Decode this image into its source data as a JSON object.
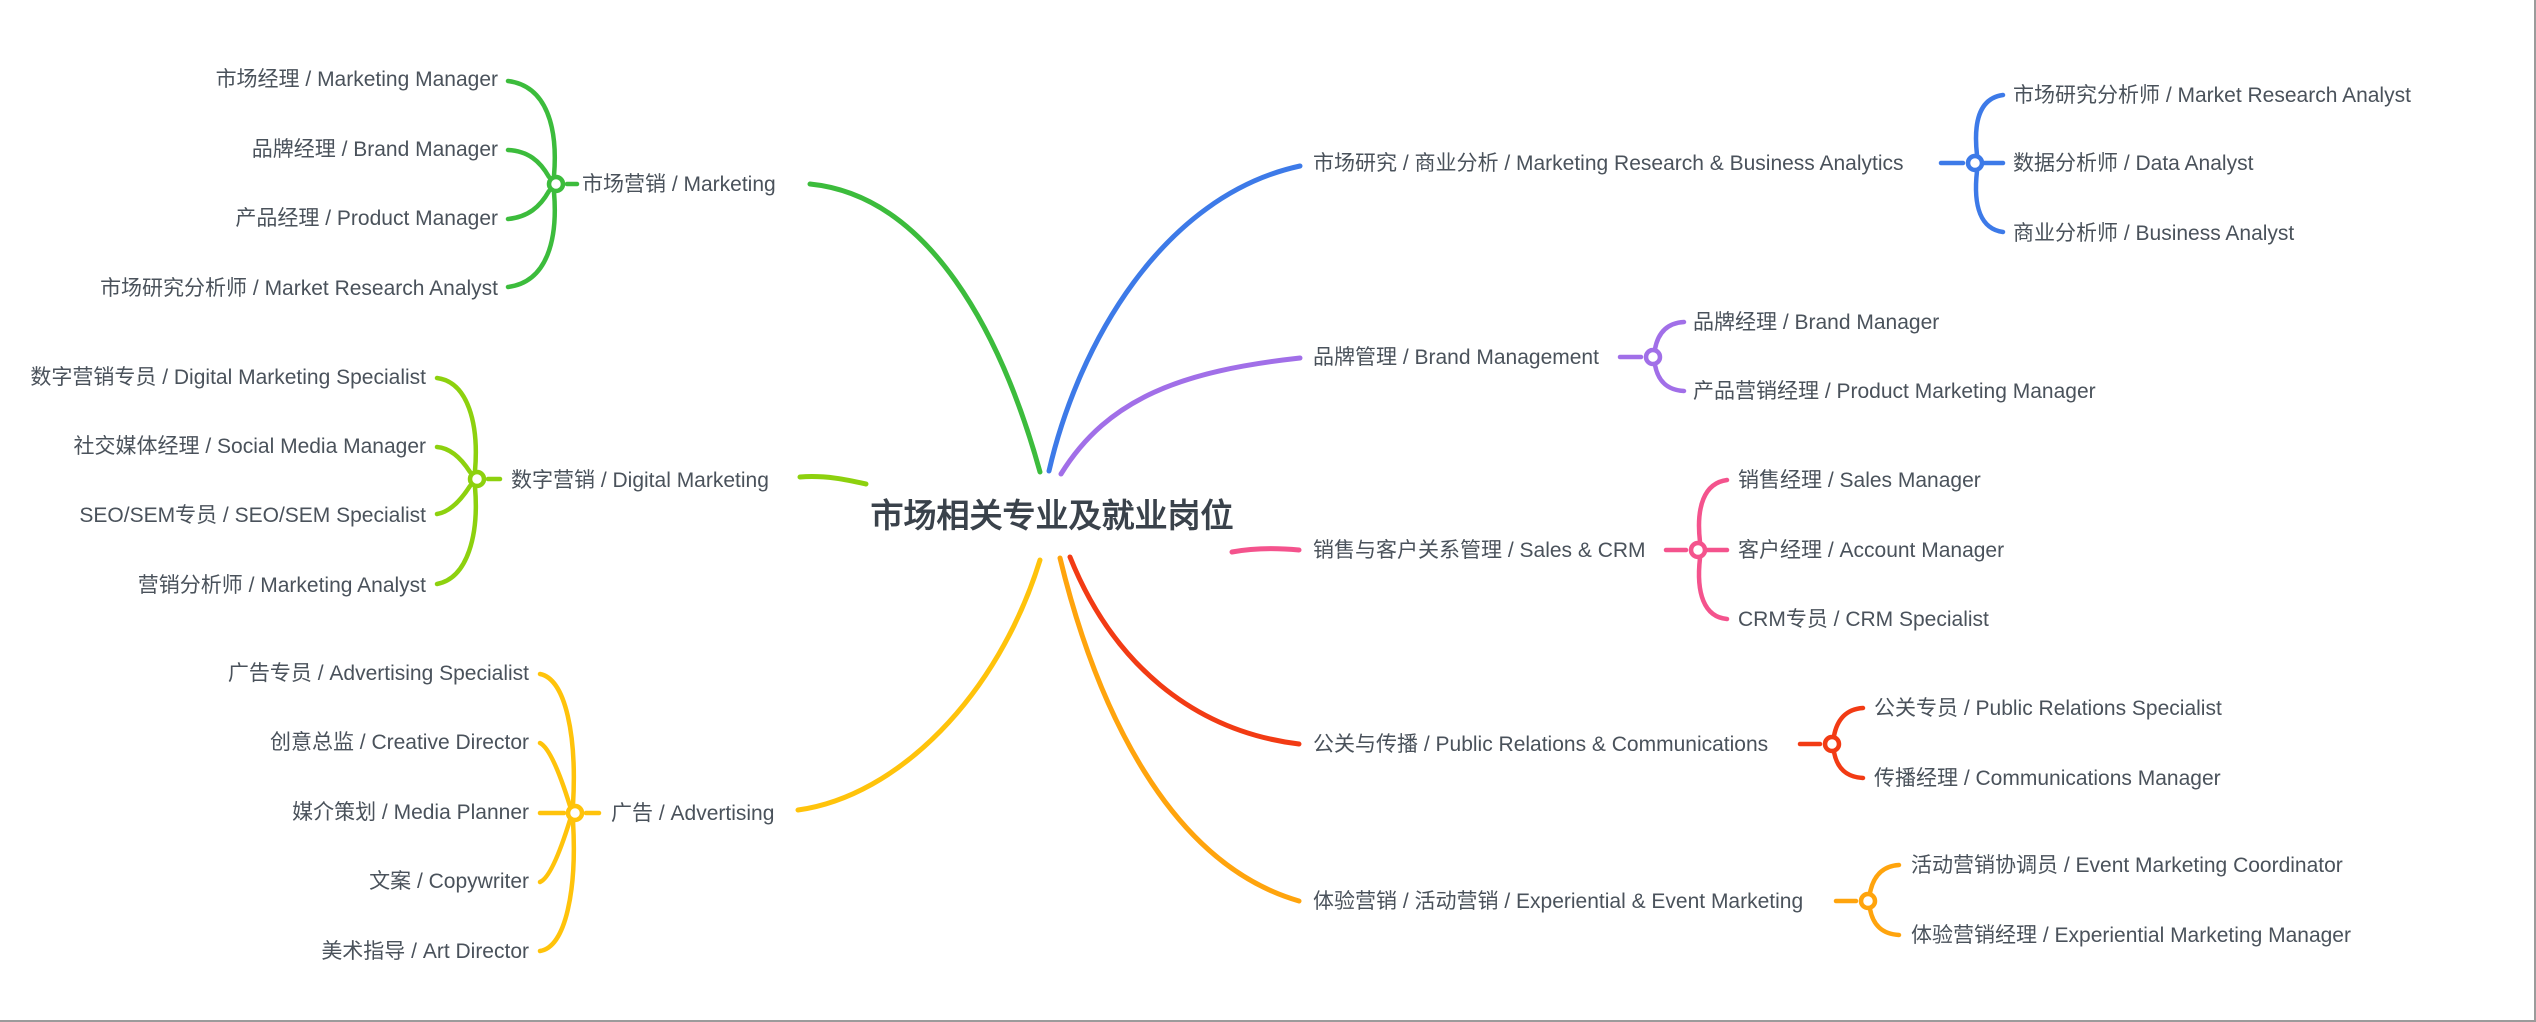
{
  "central": {
    "label": "市场相关专业及就业岗位"
  },
  "colors": {
    "text": "#4A525B",
    "central_text": "#3A424B",
    "canvas_border": "#9b9b9b"
  },
  "branches": [
    {
      "id": "marketing",
      "label": "市场营销 / Marketing",
      "color": "#3CBC3C",
      "side": "left",
      "children": [
        "市场经理 / Marketing Manager",
        "品牌经理 / Brand Manager",
        "产品经理 / Product Manager",
        "市场研究分析师 / Market Research Analyst"
      ]
    },
    {
      "id": "digital-marketing",
      "label": "数字营销 / Digital Marketing",
      "color": "#8DD10E",
      "side": "left",
      "children": [
        "数字营销专员 / Digital Marketing Specialist",
        "社交媒体经理 / Social Media Manager",
        "SEO/SEM专员 / SEO/SEM Specialist",
        "营销分析师 / Marketing Analyst"
      ]
    },
    {
      "id": "advertising",
      "label": "广告 / Advertising",
      "color": "#FFC30B",
      "side": "left",
      "children": [
        "广告专员 / Advertising Specialist",
        "创意总监 / Creative Director",
        "媒介策划 / Media Planner",
        "文案 / Copywriter",
        "美术指导 / Art Director"
      ]
    },
    {
      "id": "market-research",
      "label": "市场研究 / 商业分析 / Marketing Research & Business Analytics",
      "color": "#3D7AE8",
      "side": "right",
      "children": [
        "市场研究分析师 / Market Research Analyst",
        "数据分析师 / Data Analyst",
        "商业分析师 / Business Analyst"
      ]
    },
    {
      "id": "brand-management",
      "label": "品牌管理 / Brand Management",
      "color": "#A16FE8",
      "side": "right",
      "children": [
        "品牌经理 / Brand Manager",
        "产品营销经理 / Product Marketing Manager"
      ]
    },
    {
      "id": "sales-crm",
      "label": "销售与客户关系管理 / Sales & CRM",
      "color": "#F4538D",
      "side": "right",
      "children": [
        "销售经理 / Sales Manager",
        "客户经理 / Account Manager",
        "CRM专员 / CRM Specialist"
      ]
    },
    {
      "id": "pr-communications",
      "label": "公关与传播 / Public Relations & Communications",
      "color": "#F23B14",
      "side": "right",
      "children": [
        "公关专员 / Public Relations Specialist",
        "传播经理 / Communications Manager"
      ]
    },
    {
      "id": "experiential-event",
      "label": "体验营销 / 活动营销 / Experiential & Event Marketing",
      "color": "#FFA40D",
      "side": "right",
      "children": [
        "活动营销协调员 / Event Marketing Coordinator",
        "体验营销经理 / Experiential Marketing Manager"
      ]
    }
  ]
}
